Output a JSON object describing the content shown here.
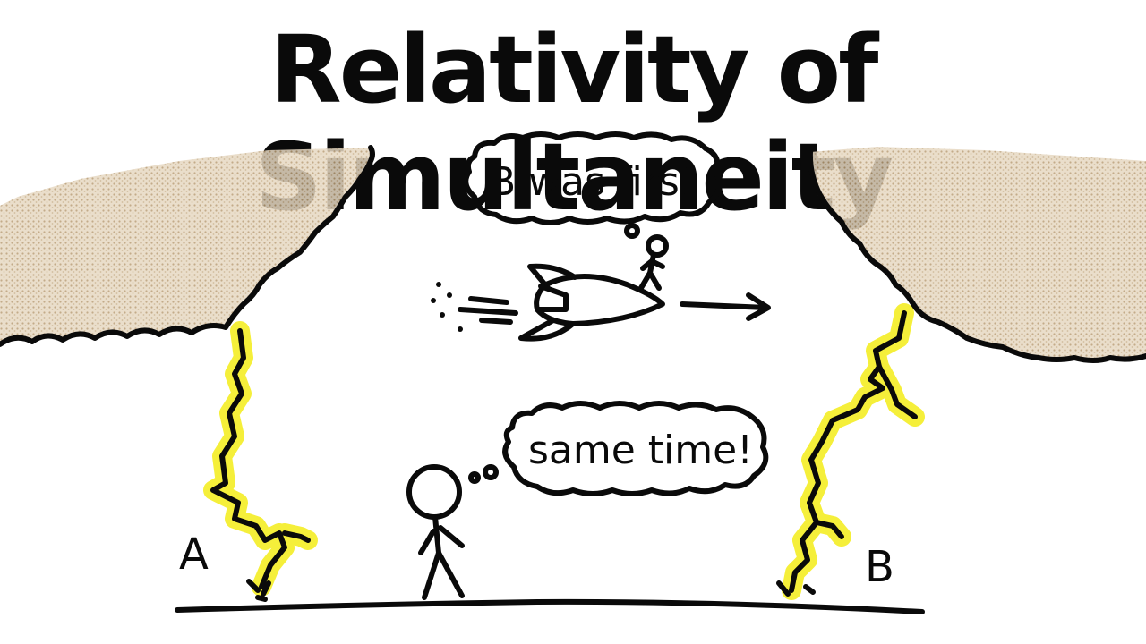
{
  "title": "Relativity of Simultaneity",
  "rocket_thought": "B was first",
  "ground_thought": "same time!",
  "label_a": "A",
  "label_b": "B",
  "colors": {
    "ink": "#0a0a0a",
    "lightning_glow": "#f5ef3a",
    "cloud_fill": "#d9c7ac",
    "background": "#ffffff"
  }
}
